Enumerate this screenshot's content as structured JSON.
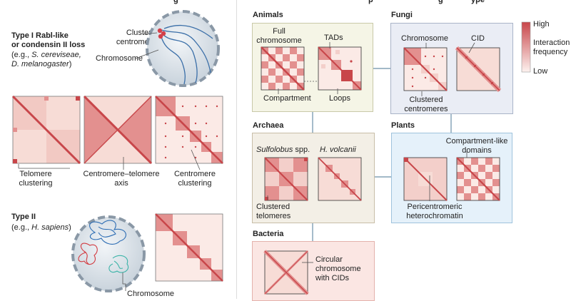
{
  "header_fragment": "g",
  "header_fragment_right": "p",
  "header_fragment_right2": "g",
  "header_fragment_right3": "ype",
  "type1": {
    "title_line1": "Type I Rabl-like",
    "title_line2": "or condensin II loss",
    "eg_prefix": "(e.g., ",
    "species1": "S. cereviseae,",
    "species2": "D. melanogaster",
    "eg_suffix": ")",
    "clustered_centromeres_line1": "Clustered",
    "clustered_centromeres_line2": "centromeres",
    "chromosome": "Chromosome",
    "telomere_clustering_line1": "Telomere",
    "telomere_clustering_line2": "clustering",
    "centromere_telomere_line1": "Centromere–telomere",
    "centromere_telomere_line2": "axis",
    "centromere_clustering_line1": "Centromere",
    "centromere_clustering_line2": "clustering"
  },
  "type2": {
    "title": "Type II",
    "eg_prefix": "(e.g., ",
    "species": "H. sapiens",
    "eg_suffix": ")",
    "chromosome": "Chromosome"
  },
  "animals": {
    "title": "Animals",
    "full_chromosome_line1": "Full",
    "full_chromosome_line2": "chromosome",
    "tads": "TADs",
    "compartment": "Compartment",
    "loops": "Loops"
  },
  "fungi": {
    "title": "Fungi",
    "chromosome": "Chromosome",
    "cid": "CID",
    "clustered_centromeres_line1": "Clustered",
    "clustered_centromeres_line2": "centromeres"
  },
  "archaea": {
    "title": "Archaea",
    "species1": "Sulfolobus",
    "species1_suffix": " spp.",
    "species2": "H. volcanii",
    "clustered_telomeres_line1": "Clustered",
    "clustered_telomeres_line2": "telomeres"
  },
  "plants": {
    "title": "Plants",
    "compartment_like_line1": "Compartment-like",
    "compartment_like_line2": "domains",
    "pericentromeric_line1": "Pericentromeric",
    "pericentromeric_line2": "heterochromatin"
  },
  "bacteria": {
    "title": "Bacteria",
    "circular_line1": "Circular",
    "circular_line2": "chromosome",
    "circular_line3": "with CIDs"
  },
  "legend": {
    "high": "High",
    "interaction_line1": "Interaction",
    "interaction_line2": "frequency",
    "low": "Low"
  },
  "colors": {
    "dark_red": "#c8464a",
    "mid_red": "#e3908f",
    "light_red": "#f3cfca",
    "pale_red": "#fbeae6",
    "animals_bg": "#f5f5e6",
    "fungi_bg": "#eaedf5",
    "archaea_bg": "#f3efe6",
    "plants_bg": "#e5f1fa",
    "bacteria_bg": "#fbe6e3",
    "connector": "#6a8fa8"
  }
}
